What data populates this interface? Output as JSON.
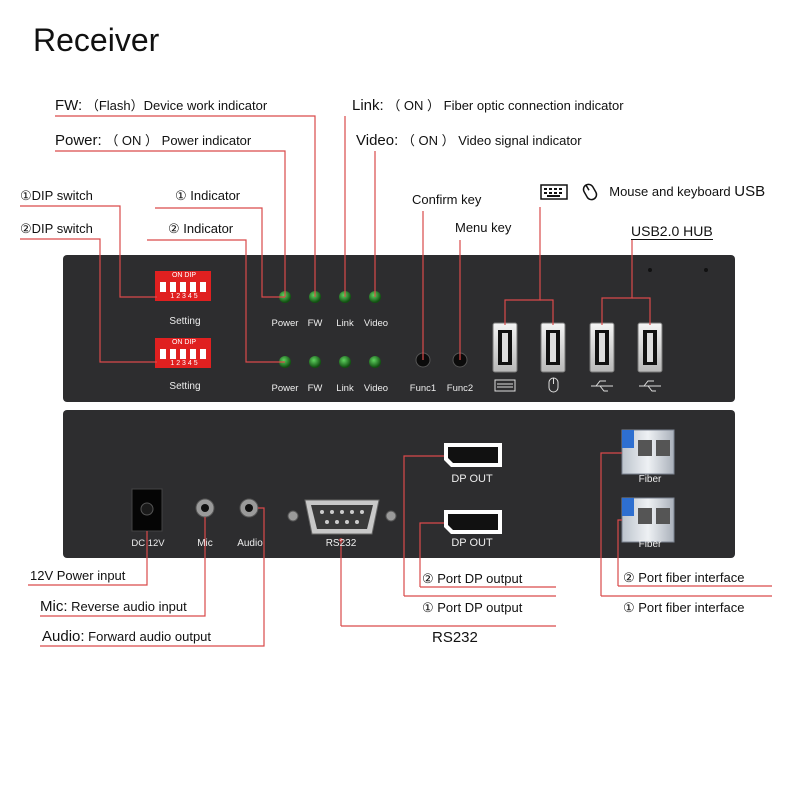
{
  "title": "Receiver",
  "callouts": {
    "fw": {
      "key": "FW:",
      "text": "（Flash）Device work indicator"
    },
    "power": {
      "key": "Power:",
      "text": "（ ON ） Power indicator"
    },
    "link": {
      "key": "Link:",
      "text": "（ ON ） Fiber optic connection indicator"
    },
    "video": {
      "key": "Video:",
      "text": "（ ON ） Video signal indicator"
    },
    "dip1": "①DIP switch",
    "dip2": "②DIP switch",
    "ind1": "① Indicator",
    "ind2": "② Indicator",
    "confirm": "Confirm key",
    "menu": "Menu key",
    "mousekb": "Mouse and keyboard",
    "usb": "USB",
    "usbhub": "USB2.0 HUB",
    "power_input": "12V Power input",
    "mic": {
      "key": "Mic:",
      "text": "Reverse audio input"
    },
    "audio": {
      "key": "Audio:",
      "text": "Forward audio output"
    },
    "rs232": "RS232",
    "dp2": "② Port DP output",
    "dp1": "① Port DP output",
    "fiber2": "② Port fiber interface",
    "fiber1": "① Port fiber interface"
  },
  "front_panel": {
    "dip_label": "ON     DIP",
    "dip_numbers": "1 2 3 4 5",
    "setting": "Setting",
    "led_labels": [
      "Power",
      "FW",
      "Link",
      "Video"
    ],
    "func1": "Func1",
    "func2": "Func2"
  },
  "rear_panel": {
    "dc": "DC 12V",
    "mic": "Mic",
    "audio": "Audio",
    "rs232": "RS232",
    "dp_out": "DP OUT",
    "fiber": "Fiber"
  },
  "colors": {
    "panel": "#2d2d2f",
    "leader": "#d94a4a",
    "led": "#1f7a1f"
  }
}
